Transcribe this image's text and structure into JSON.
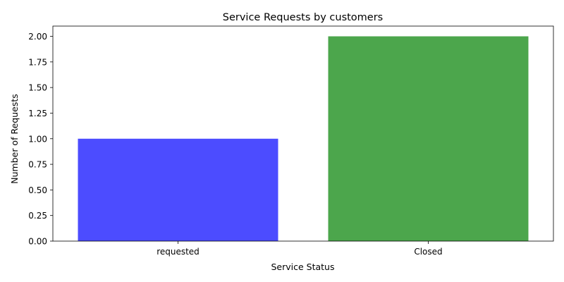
{
  "chart_data": {
    "type": "bar",
    "title": "Service Requests by customers",
    "xlabel": "Service Status",
    "ylabel": "Number of Requests",
    "categories": [
      "requested",
      "Closed"
    ],
    "values": [
      1,
      2
    ],
    "colors": [
      "#4c4cff",
      "#4ca64c"
    ],
    "ylim": [
      0,
      2.1
    ],
    "yticks": [
      0.0,
      0.25,
      0.5,
      0.75,
      1.0,
      1.25,
      1.5,
      1.75,
      2.0
    ],
    "ytick_labels": [
      "0.00",
      "0.25",
      "0.50",
      "0.75",
      "1.00",
      "1.25",
      "1.50",
      "1.75",
      "2.00"
    ],
    "grid": false,
    "legend": "none"
  }
}
